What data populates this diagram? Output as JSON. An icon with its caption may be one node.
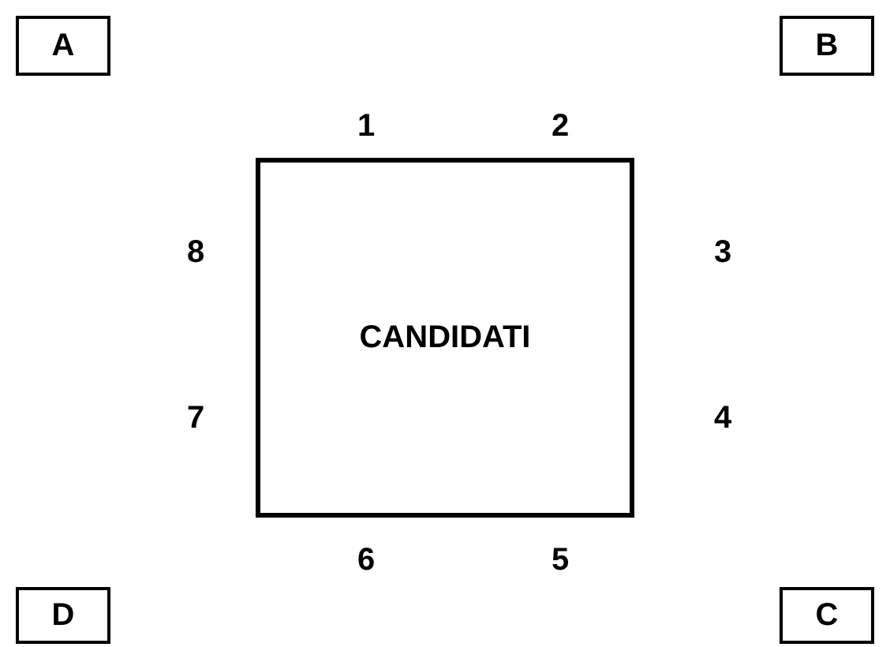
{
  "diagram": {
    "nodes": [
      {
        "text": [
          "A"
        ]
      },
      {
        "text": [
          "B"
        ]
      },
      {
        "text": [
          "CANDIDATI"
        ]
      },
      {
        "text": [
          "D"
        ]
      },
      {
        "text": [
          "C"
        ]
      }
    ],
    "labels": [
      "1",
      "2",
      "8",
      "3",
      "7",
      "4",
      "6",
      "5"
    ]
  }
}
